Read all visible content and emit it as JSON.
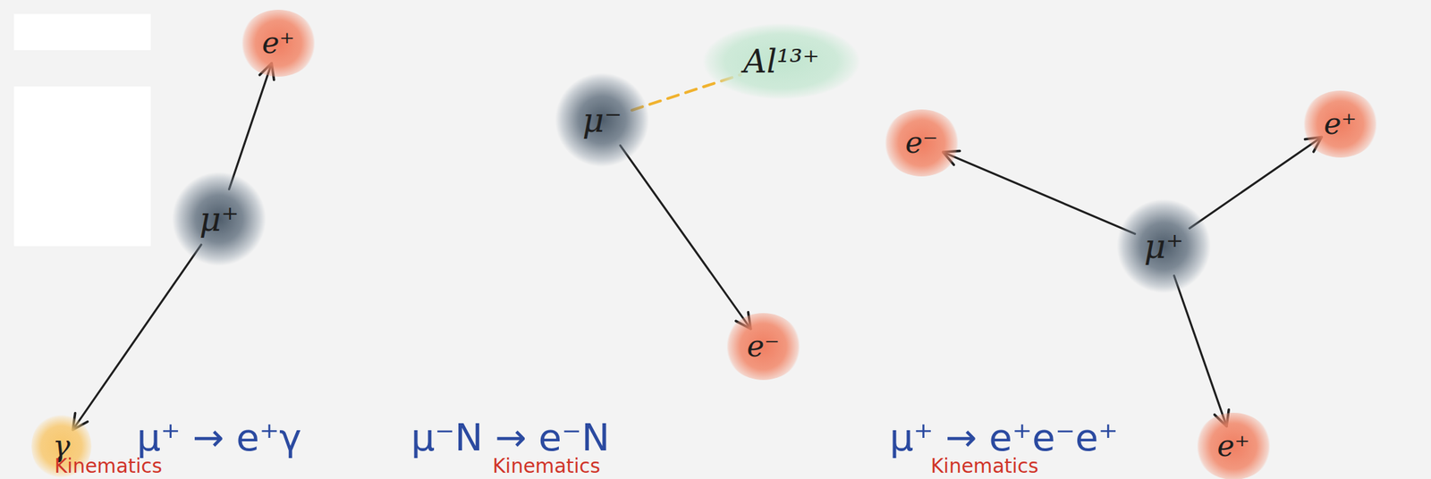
{
  "diagram": {
    "nodes": [
      {
        "text": [
          "e⁺"
        ]
      },
      {
        "text": [
          "μ⁺"
        ]
      },
      {
        "text": [
          "γ"
        ]
      },
      {
        "text": [
          "μ⁻"
        ]
      },
      {
        "text": [
          "Al¹³⁺"
        ]
      },
      {
        "text": [
          "e⁻"
        ]
      },
      {
        "text": [
          "e⁻"
        ]
      },
      {
        "text": [
          "e⁺"
        ]
      },
      {
        "text": [
          "μ⁺"
        ]
      },
      {
        "text": [
          "e⁺"
        ]
      }
    ],
    "edges": [
      {
        "from": 1,
        "to": 0,
        "arrow": "to"
      },
      {
        "from": 1,
        "to": 2,
        "arrow": "to"
      },
      {
        "from": 3,
        "to": 4,
        "arrow": "none"
      },
      {
        "from": 3,
        "to": 5,
        "arrow": "to"
      },
      {
        "from": 8,
        "to": 6,
        "arrow": "to"
      },
      {
        "from": 8,
        "to": 7,
        "arrow": "to"
      },
      {
        "from": 8,
        "to": 9,
        "arrow": "to"
      }
    ],
    "labels": [
      "μ⁺ → e⁺γ",
      "μ⁻N → e⁻N",
      "μ⁺ → e⁺e⁻e⁺",
      "Kinematics",
      "Kinematics",
      "Kinematics"
    ]
  }
}
